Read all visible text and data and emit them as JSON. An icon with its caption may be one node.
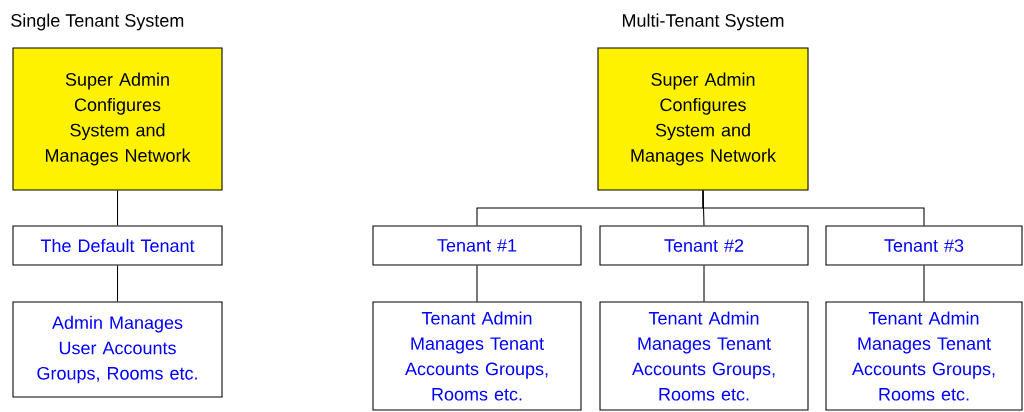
{
  "diagram": {
    "nodes": [
      {
        "text": [
          "Super Admin Configures System and Manages Network"
        ]
      },
      {
        "text": [
          "The Default Tenant"
        ]
      },
      {
        "text": [
          "Admin Manages User Accounts Groups, Rooms etc."
        ]
      },
      {
        "text": [
          "Super Admin Configures System and Manages Network"
        ]
      },
      {
        "text": [
          "Tenant #1"
        ]
      },
      {
        "text": [
          "Tenant #2"
        ]
      },
      {
        "text": [
          "Tenant #3"
        ]
      },
      {
        "text": [
          "Tenant Admin Manages Tenant Accounts Groups, Rooms etc."
        ]
      },
      {
        "text": [
          "Tenant Admin Manages Tenant Accounts Groups, Rooms etc."
        ]
      },
      {
        "text": [
          "Tenant Admin Manages Tenant Accounts Groups, Rooms etc."
        ]
      }
    ],
    "edges": [
      {
        "from": 0,
        "to": 1,
        "arrow": "none"
      },
      {
        "from": 1,
        "to": 2,
        "arrow": "none"
      },
      {
        "from": 3,
        "to": 4,
        "arrow": "none"
      },
      {
        "from": 3,
        "to": 5,
        "arrow": "none"
      },
      {
        "from": 3,
        "to": 6,
        "arrow": "none"
      },
      {
        "from": 4,
        "to": 7,
        "arrow": "none"
      },
      {
        "from": 5,
        "to": 8,
        "arrow": "none"
      },
      {
        "from": 6,
        "to": 9,
        "arrow": "none"
      }
    ],
    "labels": [
      "Single Tenant System",
      "Multi-Tenant System"
    ]
  }
}
